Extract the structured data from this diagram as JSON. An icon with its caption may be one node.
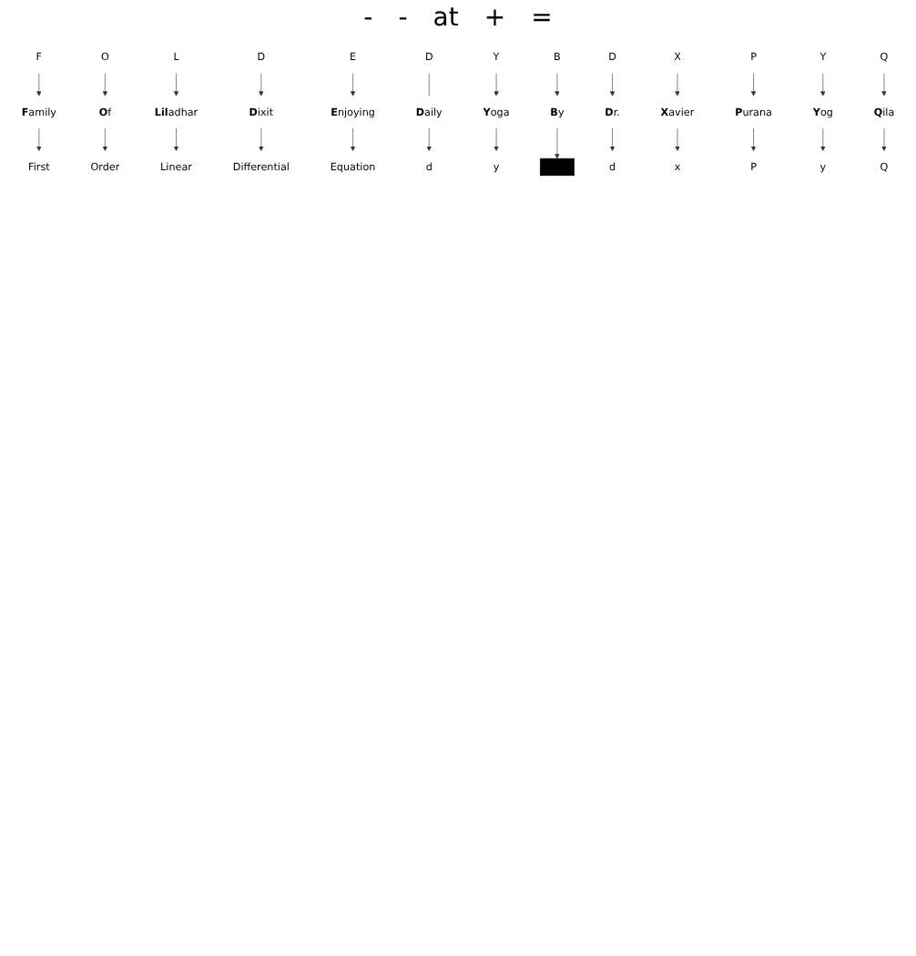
{
  "diagram": {
    "nodes": [
      {
        "text": [
          "F"
        ]
      },
      {
        "text": [
          "O"
        ]
      },
      {
        "text": [
          "L"
        ]
      },
      {
        "text": [
          "D"
        ]
      },
      {
        "text": [
          "E"
        ]
      },
      {
        "text": [
          "D"
        ]
      },
      {
        "text": [
          "Y"
        ]
      },
      {
        "text": [
          "B"
        ]
      },
      {
        "text": [
          "D"
        ]
      },
      {
        "text": [
          "X"
        ]
      },
      {
        "text": [
          "P"
        ]
      },
      {
        "text": [
          "Y"
        ]
      },
      {
        "text": [
          "Q"
        ]
      },
      {
        "text": [
          "**F**amily"
        ]
      },
      {
        "text": [
          "**O**f"
        ]
      },
      {
        "text": [
          "**Lil**adhar"
        ]
      },
      {
        "text": [
          "**D**ixit"
        ]
      },
      {
        "text": [
          "**E**njoying"
        ]
      },
      {
        "text": [
          "**D**aily"
        ]
      },
      {
        "text": [
          "**Y**oga"
        ]
      },
      {
        "text": [
          "**B**y"
        ]
      },
      {
        "text": [
          "**D**r."
        ]
      },
      {
        "text": [
          "**X**avier"
        ]
      },
      {
        "text": [
          "**P**urana"
        ]
      },
      {
        "text": [
          "**Y**og"
        ]
      },
      {
        "text": [
          "**Q**ila"
        ]
      },
      {
        "text": [
          "First"
        ]
      },
      {
        "text": [
          "Order"
        ]
      },
      {
        "text": [
          "Linear"
        ]
      },
      {
        "text": [
          "Differential"
        ]
      },
      {
        "text": [
          "Equation"
        ]
      },
      {
        "text": [
          "d"
        ]
      },
      {
        "text": [
          "y"
        ]
      },
      {
        "text": [],
        "shape": "bar"
      },
      {
        "text": [
          "d"
        ]
      },
      {
        "text": [
          "x"
        ]
      },
      {
        "text": [
          "P"
        ]
      },
      {
        "text": [
          "y"
        ]
      },
      {
        "text": [
          "Q"
        ]
      }
    ],
    "edges": [
      {
        "from": 0,
        "to": 13,
        "arrow": "to"
      },
      {
        "from": 1,
        "to": 14,
        "arrow": "to"
      },
      {
        "from": 2,
        "to": 15,
        "arrow": "to"
      },
      {
        "from": 3,
        "to": 16,
        "arrow": "to"
      },
      {
        "from": 4,
        "to": 17,
        "arrow": "to"
      },
      {
        "from": 5,
        "to": 18,
        "arrow": "none"
      },
      {
        "from": 6,
        "to": 19,
        "arrow": "to"
      },
      {
        "from": 7,
        "to": 20,
        "arrow": "to"
      },
      {
        "from": 8,
        "to": 21,
        "arrow": "to"
      },
      {
        "from": 9,
        "to": 22,
        "arrow": "to"
      },
      {
        "from": 10,
        "to": 23,
        "arrow": "to"
      },
      {
        "from": 11,
        "to": 24,
        "arrow": "to"
      },
      {
        "from": 12,
        "to": 25,
        "arrow": "to"
      },
      {
        "from": 13,
        "to": 26,
        "arrow": "to"
      },
      {
        "from": 14,
        "to": 27,
        "arrow": "to"
      },
      {
        "from": 15,
        "to": 28,
        "arrow": "to"
      },
      {
        "from": 16,
        "to": 29,
        "arrow": "to"
      },
      {
        "from": 17,
        "to": 30,
        "arrow": "to"
      },
      {
        "from": 18,
        "to": 31,
        "arrow": "to"
      },
      {
        "from": 19,
        "to": 32,
        "arrow": "to"
      },
      {
        "from": 20,
        "to": 33,
        "arrow": "to"
      },
      {
        "from": 21,
        "to": 34,
        "arrow": "to"
      },
      {
        "from": 22,
        "to": 35,
        "arrow": "to"
      },
      {
        "from": 23,
        "to": 36,
        "arrow": "to"
      },
      {
        "from": 24,
        "to": 37,
        "arrow": "to"
      },
      {
        "from": 25,
        "to": 38,
        "arrow": "to"
      }
    ],
    "labels": [
      "-",
      "-",
      "at",
      "+",
      "="
    ]
  }
}
